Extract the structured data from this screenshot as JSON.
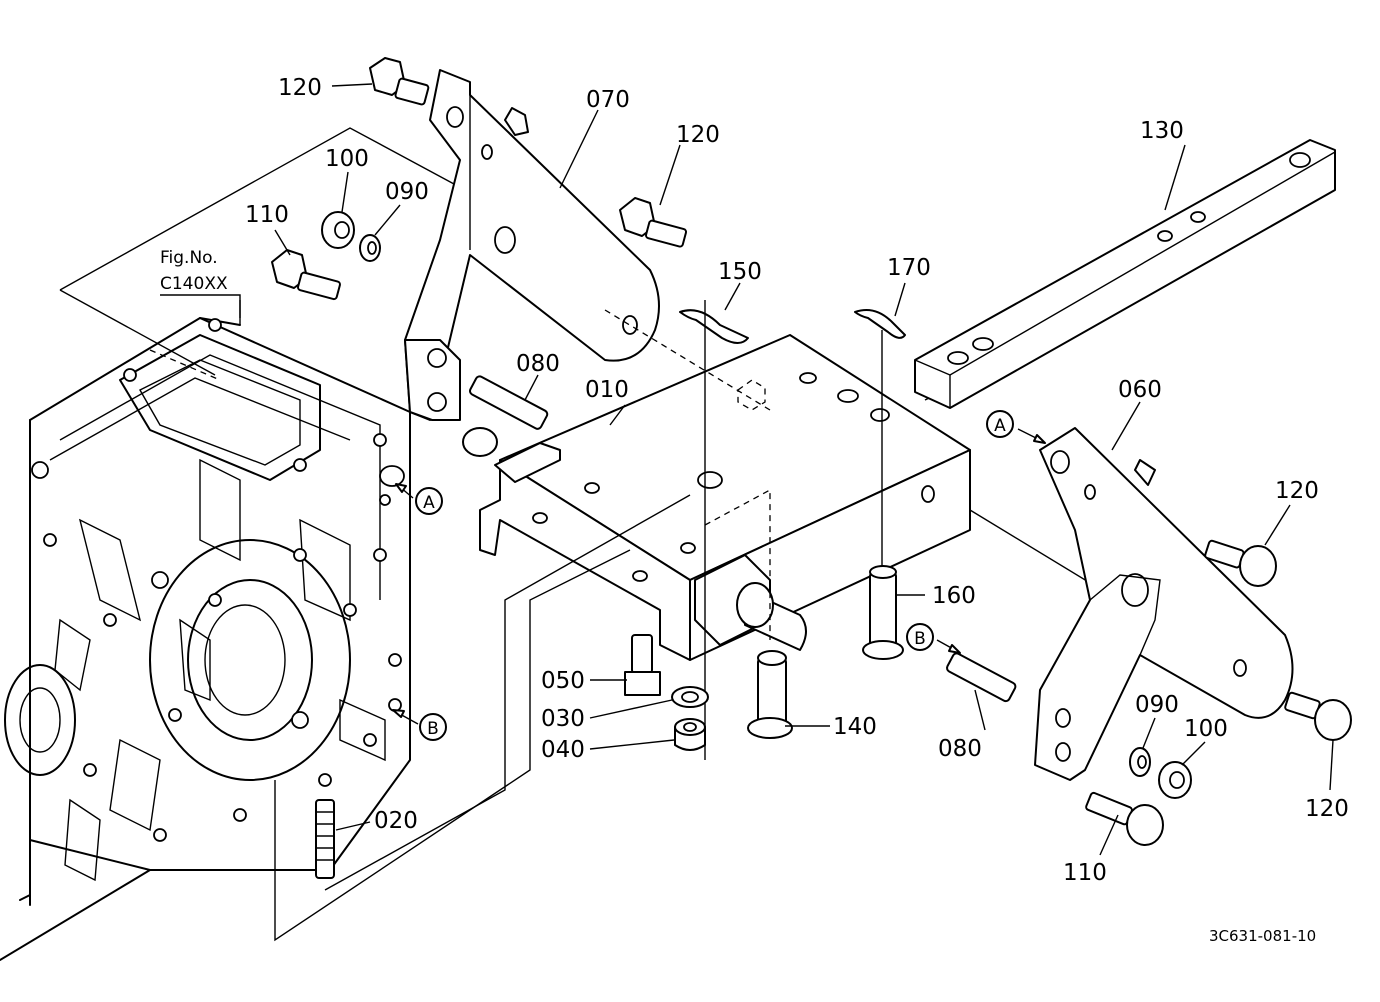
{
  "figure_ref": {
    "line1": "Fig.No.",
    "line2": "C140XX"
  },
  "drawing_code": "3C631-081-10",
  "callouts": {
    "a": "A",
    "b": "B"
  },
  "parts": {
    "p010": "010",
    "p020": "020",
    "p030": "030",
    "p040": "040",
    "p050": "050",
    "p060": "060",
    "p070": "070",
    "p080": "080",
    "p090": "090",
    "p100": "100",
    "p110": "110",
    "p120": "120",
    "p130": "130",
    "p140": "140",
    "p150": "150",
    "p160": "160",
    "p170": "170"
  }
}
